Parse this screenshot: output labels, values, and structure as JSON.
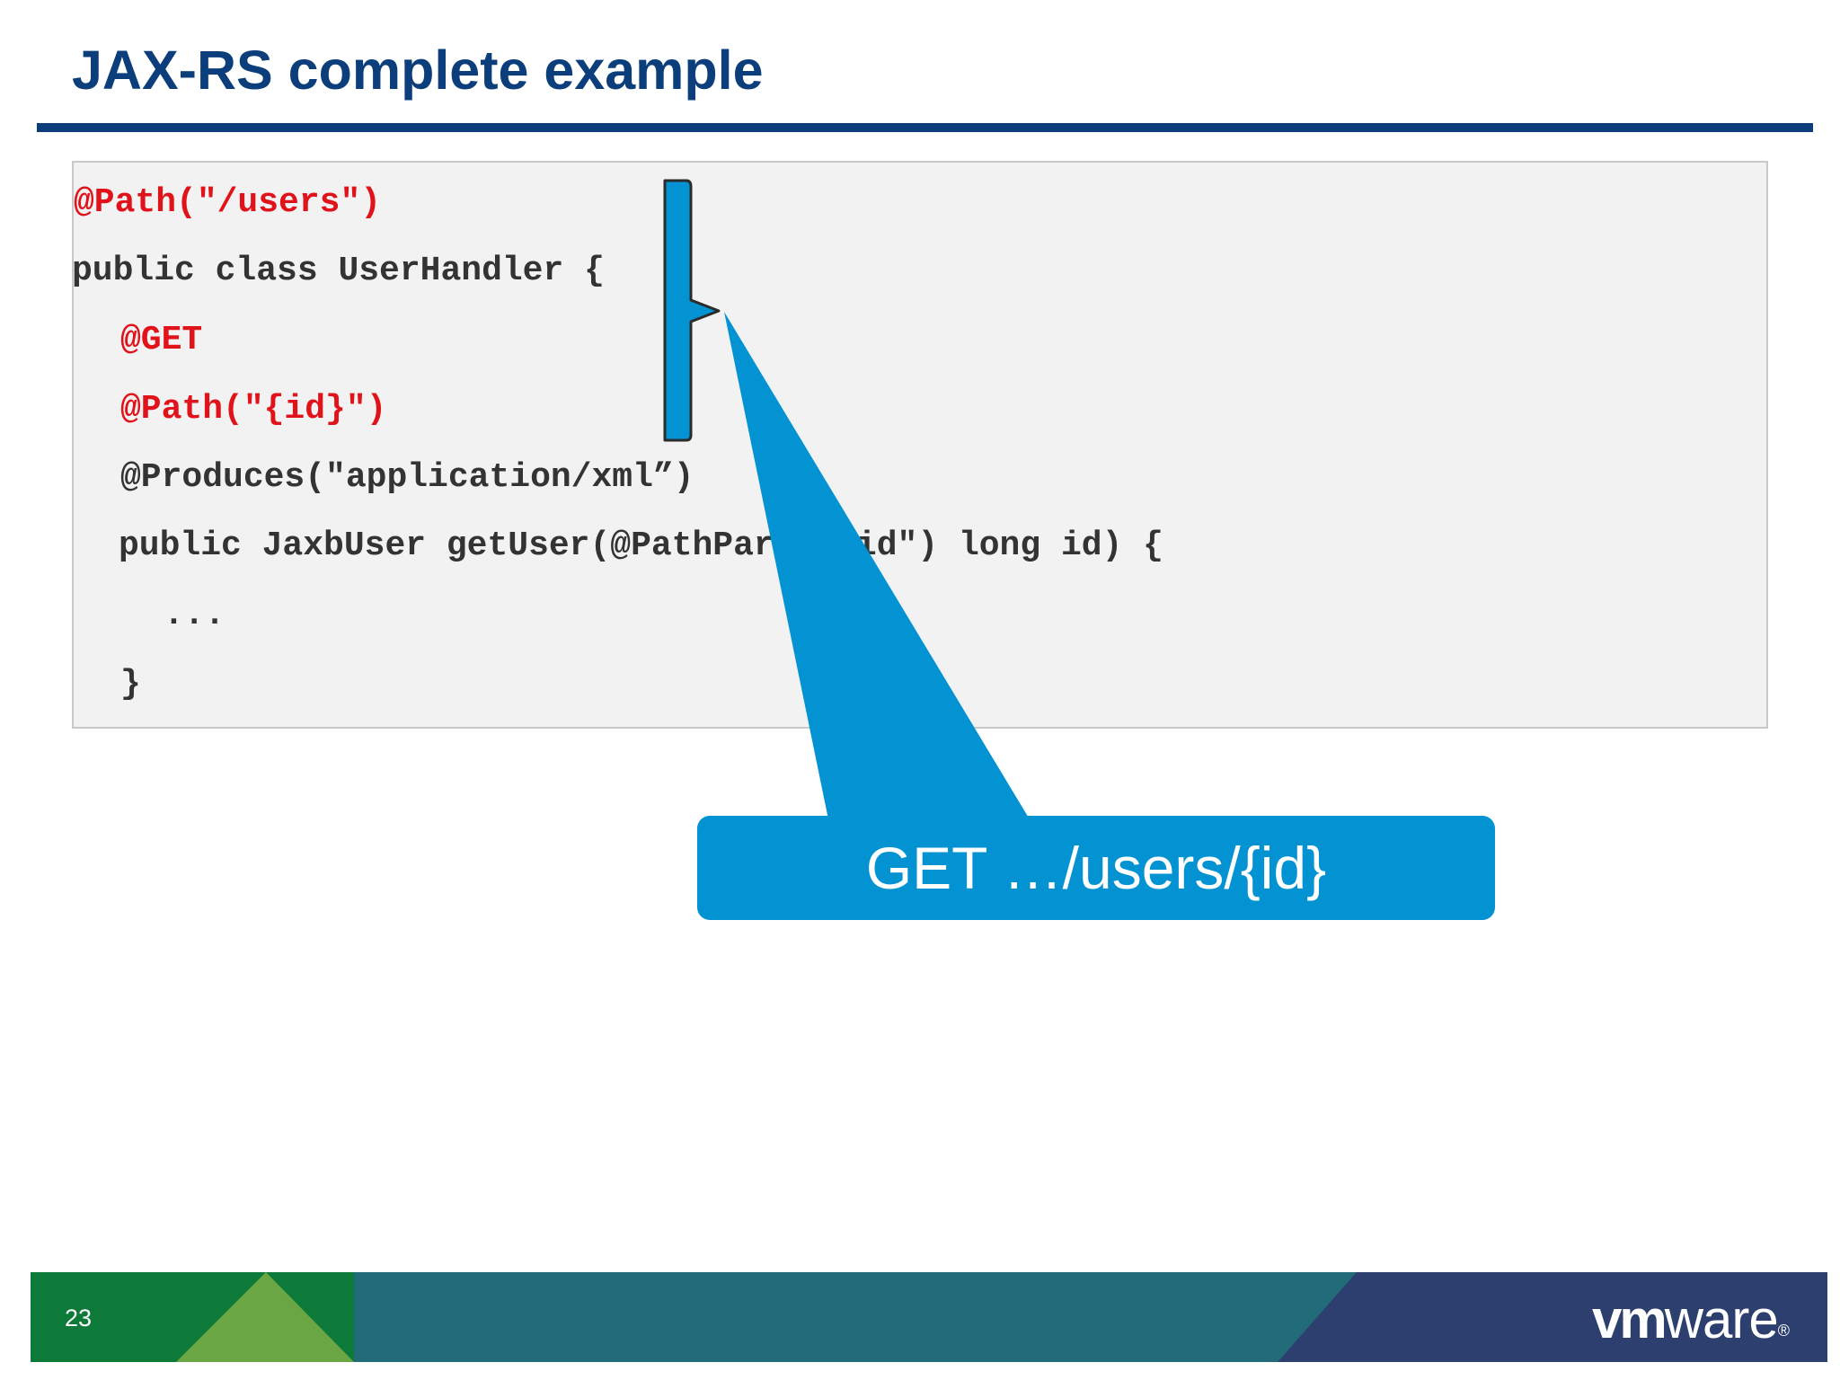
{
  "slide": {
    "title": "JAX-RS complete example",
    "page_number": "23"
  },
  "code": {
    "lines": [
      "@Path(\"/users\")",
      "public class UserHandler {",
      "@GET",
      "@Path(\"{id}\")",
      "@Produces(\"application/xml”)",
      "public JaxbUser getUser(@PathParam(\"id\") long id) {",
      "...",
      "}"
    ]
  },
  "callout": {
    "text": "GET …/users/{id}"
  },
  "logo": {
    "vm": "vm",
    "ware": "ware",
    "reg": "®"
  },
  "colors": {
    "title": "#0b3e7a",
    "annotation_red": "#e0121a",
    "callout_blue": "#0393d3",
    "footer_green": "#0e7a3a",
    "footer_light_green": "#6aa744",
    "footer_teal": "#226b78",
    "footer_navy": "#2c3f6e"
  }
}
